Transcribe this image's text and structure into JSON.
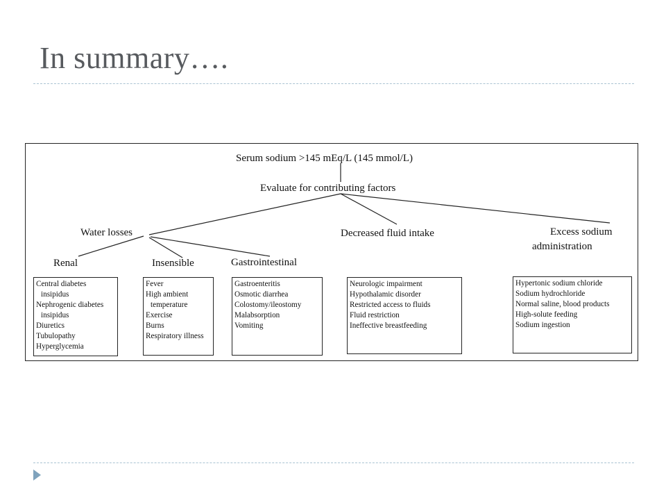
{
  "slide": {
    "title": "In summary…."
  },
  "diagram": {
    "root": "Serum sodium >145 mEq/L (145 mmol/L)",
    "evaluate": "Evaluate for contributing factors",
    "branches": {
      "water_losses": "Water  losses",
      "decreased_intake": "Decreased fluid intake",
      "excess_sodium_line1": "Excess sodium",
      "excess_sodium_line2": "administration"
    },
    "sub_branches": {
      "renal": "Renal",
      "insensible": "Insensible",
      "gastrointestinal": "Gastrointestinal"
    },
    "boxes": {
      "renal": [
        "Central diabetes",
        "insipidus",
        "Nephrogenic diabetes",
        "insipidus",
        "Diuretics",
        "Tubulopathy",
        "Hyperglycemia"
      ],
      "insensible": [
        "Fever",
        "High ambient",
        "temperature",
        "Exercise",
        "Burns",
        "Respiratory illness"
      ],
      "gastrointestinal": [
        "Gastroenteritis",
        "Osmotic diarrhea",
        "Colostomy/ileostomy",
        "Malabsorption",
        "Vomiting"
      ],
      "intake": [
        "Neurologic impairment",
        "Hypothalamic disorder",
        "Restricted access to fluids",
        "Fluid restriction",
        "Ineffective breastfeeding"
      ],
      "sodium": [
        "Hypertonic sodium chloride",
        "Sodium hydrochloride",
        "Normal saline, blood products",
        "High-solute feeding",
        "Sodium ingestion"
      ]
    }
  }
}
